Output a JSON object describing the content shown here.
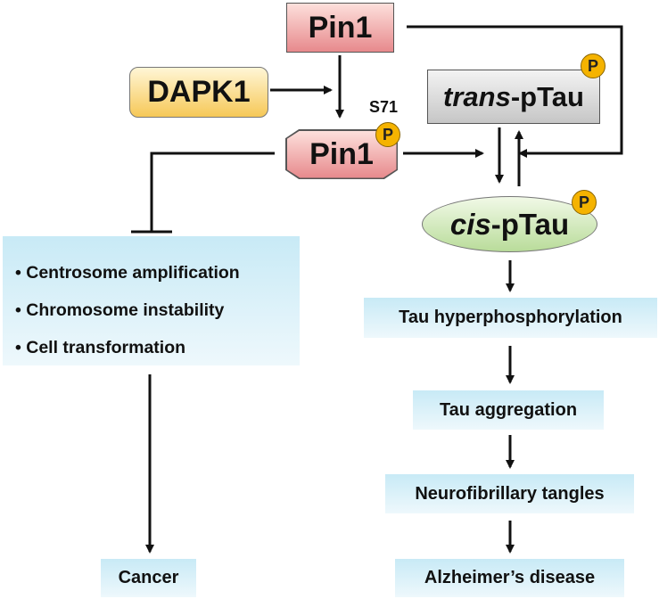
{
  "nodes": {
    "pin1_top": "Pin1",
    "dapk1": "DAPK1",
    "pin1_phospho": "Pin1",
    "site": "S71",
    "phospho_mark": "P",
    "trans_prefix": "trans",
    "trans_suffix": "-pTau",
    "cis_prefix": "cis",
    "cis_suffix": "-pTau",
    "cancer_outcomes": [
      "• Centrosome amplification",
      "• Chromosome instability",
      "• Cell transformation"
    ],
    "cancer": "Cancer",
    "tau_hyper": "Tau hyperphosphorylation",
    "tau_agg": "Tau aggregation",
    "nft": "Neurofibrillary tangles",
    "ad": "Alzheimer’s disease"
  },
  "colors": {
    "pin1": "#e7898c",
    "dapk1": "#f6c857",
    "trans_ptau": "#c6c6c6",
    "cis_ptau": "#b9dc9a",
    "outcome_boxes": "#c8eaf6",
    "phospho_badge": "#f5b300"
  }
}
